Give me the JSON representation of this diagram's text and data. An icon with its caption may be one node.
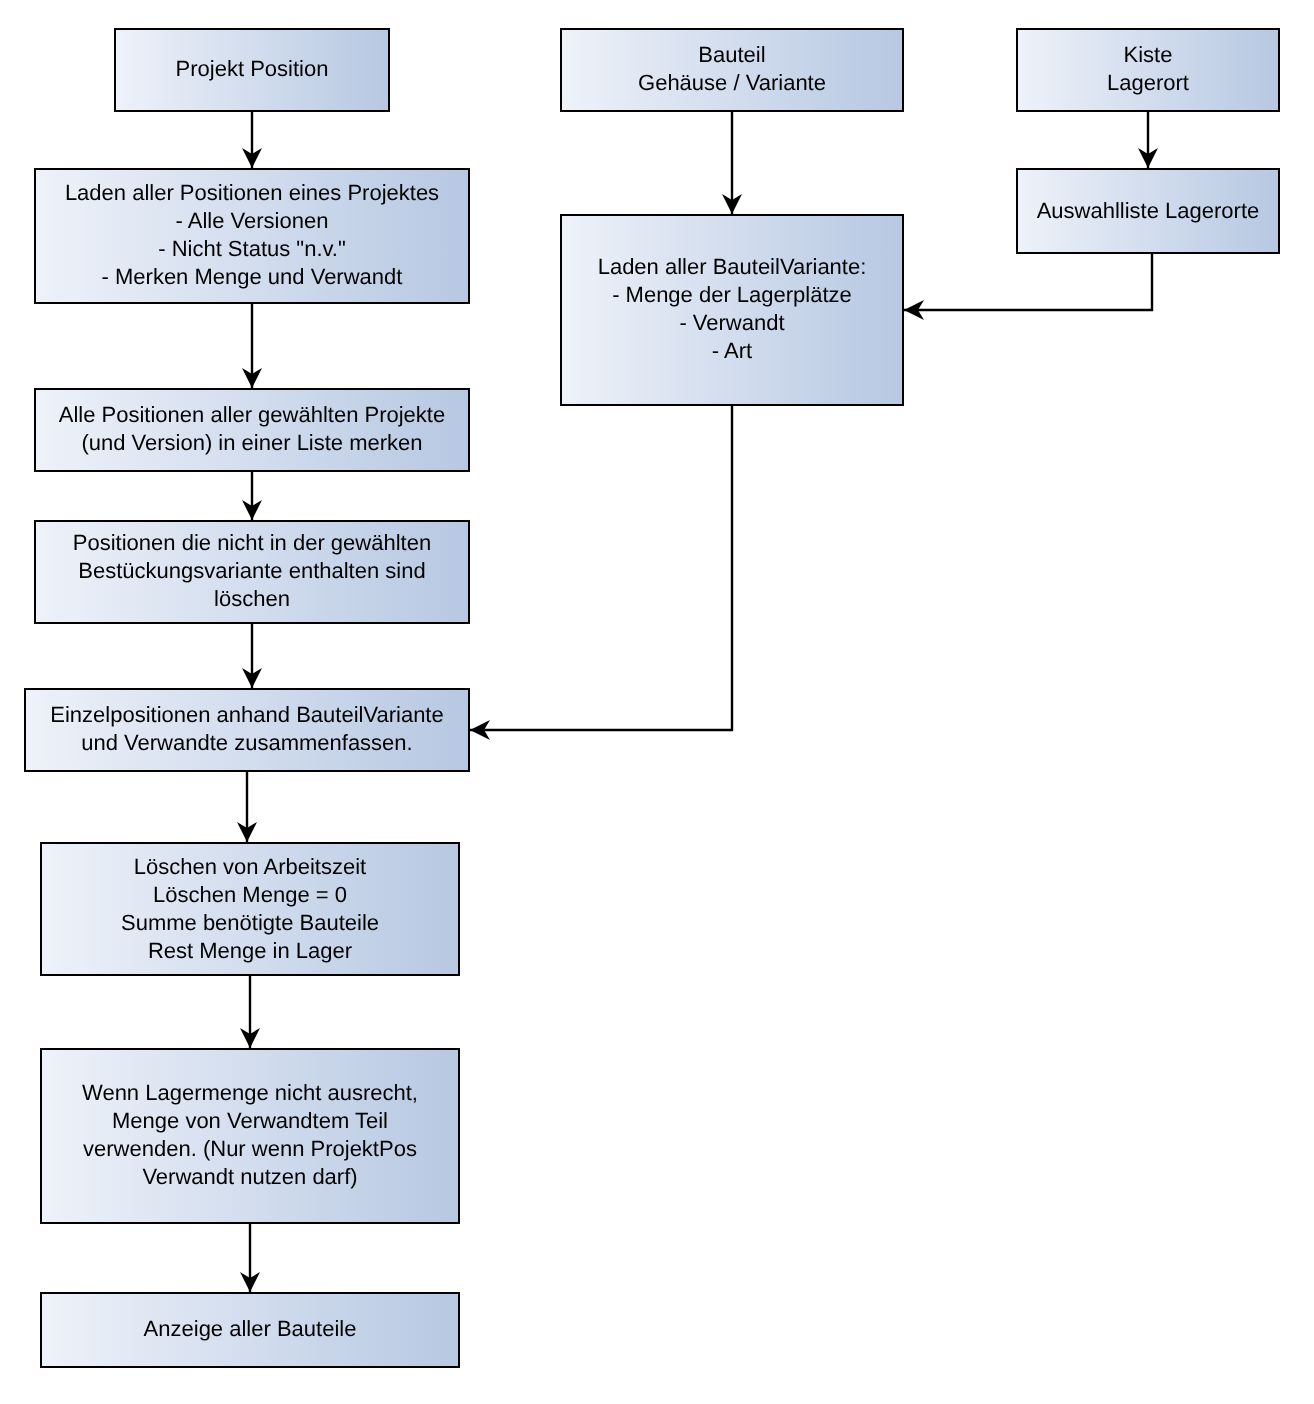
{
  "diagram": {
    "nodes": [
      {
        "text": [
          "Projekt Position"
        ]
      },
      {
        "text": [
          "Laden aller Positionen eines Projektes",
          "- Alle Versionen",
          "- Nicht Status \"n.v.\"",
          "- Merken Menge und Verwandt"
        ]
      },
      {
        "text": [
          "Alle Positionen aller gewählten Projekte (und Version) in einer Liste merken"
        ]
      },
      {
        "text": [
          "Positionen die nicht in der gewählten Bestückungsvariante enthalten sind löschen"
        ]
      },
      {
        "text": [
          "Einzelpositionen anhand BauteilVariante und Verwandte zusammenfassen."
        ]
      },
      {
        "text": [
          "Löschen von Arbeitszeit",
          "Löschen Menge = 0",
          "Summe benötigte Bauteile",
          "Rest Menge in Lager"
        ]
      },
      {
        "text": [
          "Wenn Lagermenge nicht ausrecht, Menge von Verwandtem Teil verwenden. (Nur wenn ProjektPos Verwandt nutzen darf)"
        ]
      },
      {
        "text": [
          "Anzeige aller Bauteile"
        ]
      },
      {
        "text": [
          "Bauteil",
          "Gehäuse / Variante"
        ]
      },
      {
        "text": [
          "Laden aller BauteilVariante:",
          "- Menge der Lagerplätze",
          "- Verwandt",
          "- Art"
        ]
      },
      {
        "text": [
          "Kiste",
          "Lagerort"
        ]
      },
      {
        "text": [
          "Auswahlliste Lagerorte"
        ]
      }
    ],
    "edges": [
      {
        "from": 0,
        "to": 1,
        "arrow": "to"
      },
      {
        "from": 1,
        "to": 2,
        "arrow": "to"
      },
      {
        "from": 2,
        "to": 3,
        "arrow": "to"
      },
      {
        "from": 3,
        "to": 4,
        "arrow": "to"
      },
      {
        "from": 4,
        "to": 5,
        "arrow": "to"
      },
      {
        "from": 5,
        "to": 6,
        "arrow": "to"
      },
      {
        "from": 6,
        "to": 7,
        "arrow": "to"
      },
      {
        "from": 8,
        "to": 9,
        "arrow": "to"
      },
      {
        "from": 10,
        "to": 11,
        "arrow": "to"
      },
      {
        "from": 11,
        "to": 9,
        "arrow": "to"
      },
      {
        "from": 9,
        "to": 4,
        "arrow": "to"
      }
    ]
  }
}
